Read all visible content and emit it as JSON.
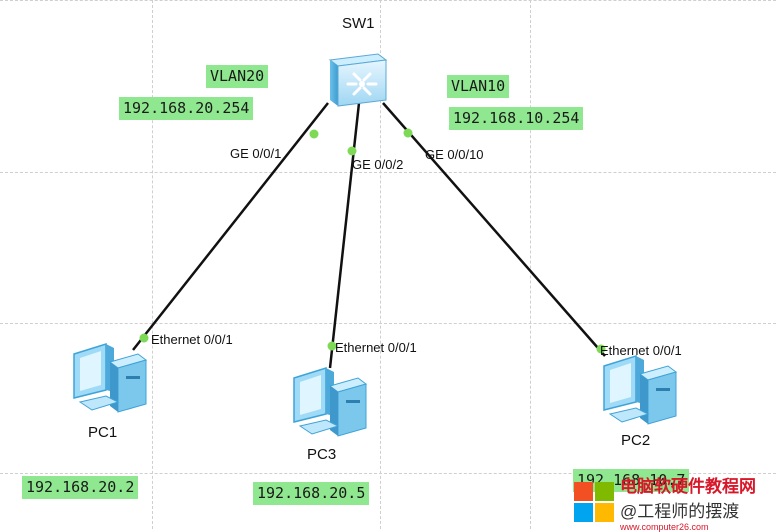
{
  "switch": {
    "name": "SW1",
    "icon": "l3-switch-icon"
  },
  "vlans": [
    {
      "name": "VLAN20",
      "ip": "192.168.20.254"
    },
    {
      "name": "VLAN10",
      "ip": "192.168.10.254"
    }
  ],
  "switch_ports": {
    "pc1": "GE 0/0/1",
    "pc3": "GE 0/0/2",
    "pc2": "GE 0/0/10"
  },
  "pcs": [
    {
      "name": "PC1",
      "port": "Ethernet 0/0/1",
      "ip": "192.168.20.2",
      "icon": "pc-icon"
    },
    {
      "name": "PC3",
      "port": "Ethernet 0/0/1",
      "ip": "192.168.20.5",
      "icon": "pc-icon"
    },
    {
      "name": "PC2",
      "port": "Ethernet 0/0/1",
      "ip": "192.168.10.7",
      "icon": "pc-icon"
    }
  ],
  "colors": {
    "label_bg": "#8fe88f",
    "link": "#111111",
    "port_dot": "#7ed957"
  },
  "watermark": {
    "line1": "电脑软硬件教程网",
    "line2": "@工程师的摆渡",
    "line3": "www.computer26.com"
  }
}
